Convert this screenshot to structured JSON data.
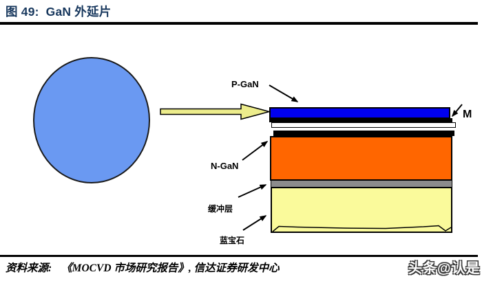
{
  "header": {
    "figure_label": "图 49:",
    "figure_title": "GaN 外延片"
  },
  "diagram": {
    "labels": {
      "p_gan": "P-GaN",
      "metal": "M",
      "n_gan": "N-GaN",
      "buffer": "缓冲层",
      "sapphire": "蓝宝石"
    },
    "colors": {
      "title_navy": "#17375D",
      "wafer_blue": "#6A99F2",
      "p_gan_blue": "#0000EE",
      "n_gan_orange": "#FF6600",
      "buffer_gray": "#8C8C8C",
      "sapphire_yellow": "#FAFA9B",
      "process_arrow_yellow": "#EDED8C",
      "outline_black": "#000000"
    }
  },
  "footer": {
    "source_label": "资料来源:",
    "source_text": "《MOCVD 市场研究报告》, 信达证券研发中心",
    "watermark": "头条@认是"
  }
}
